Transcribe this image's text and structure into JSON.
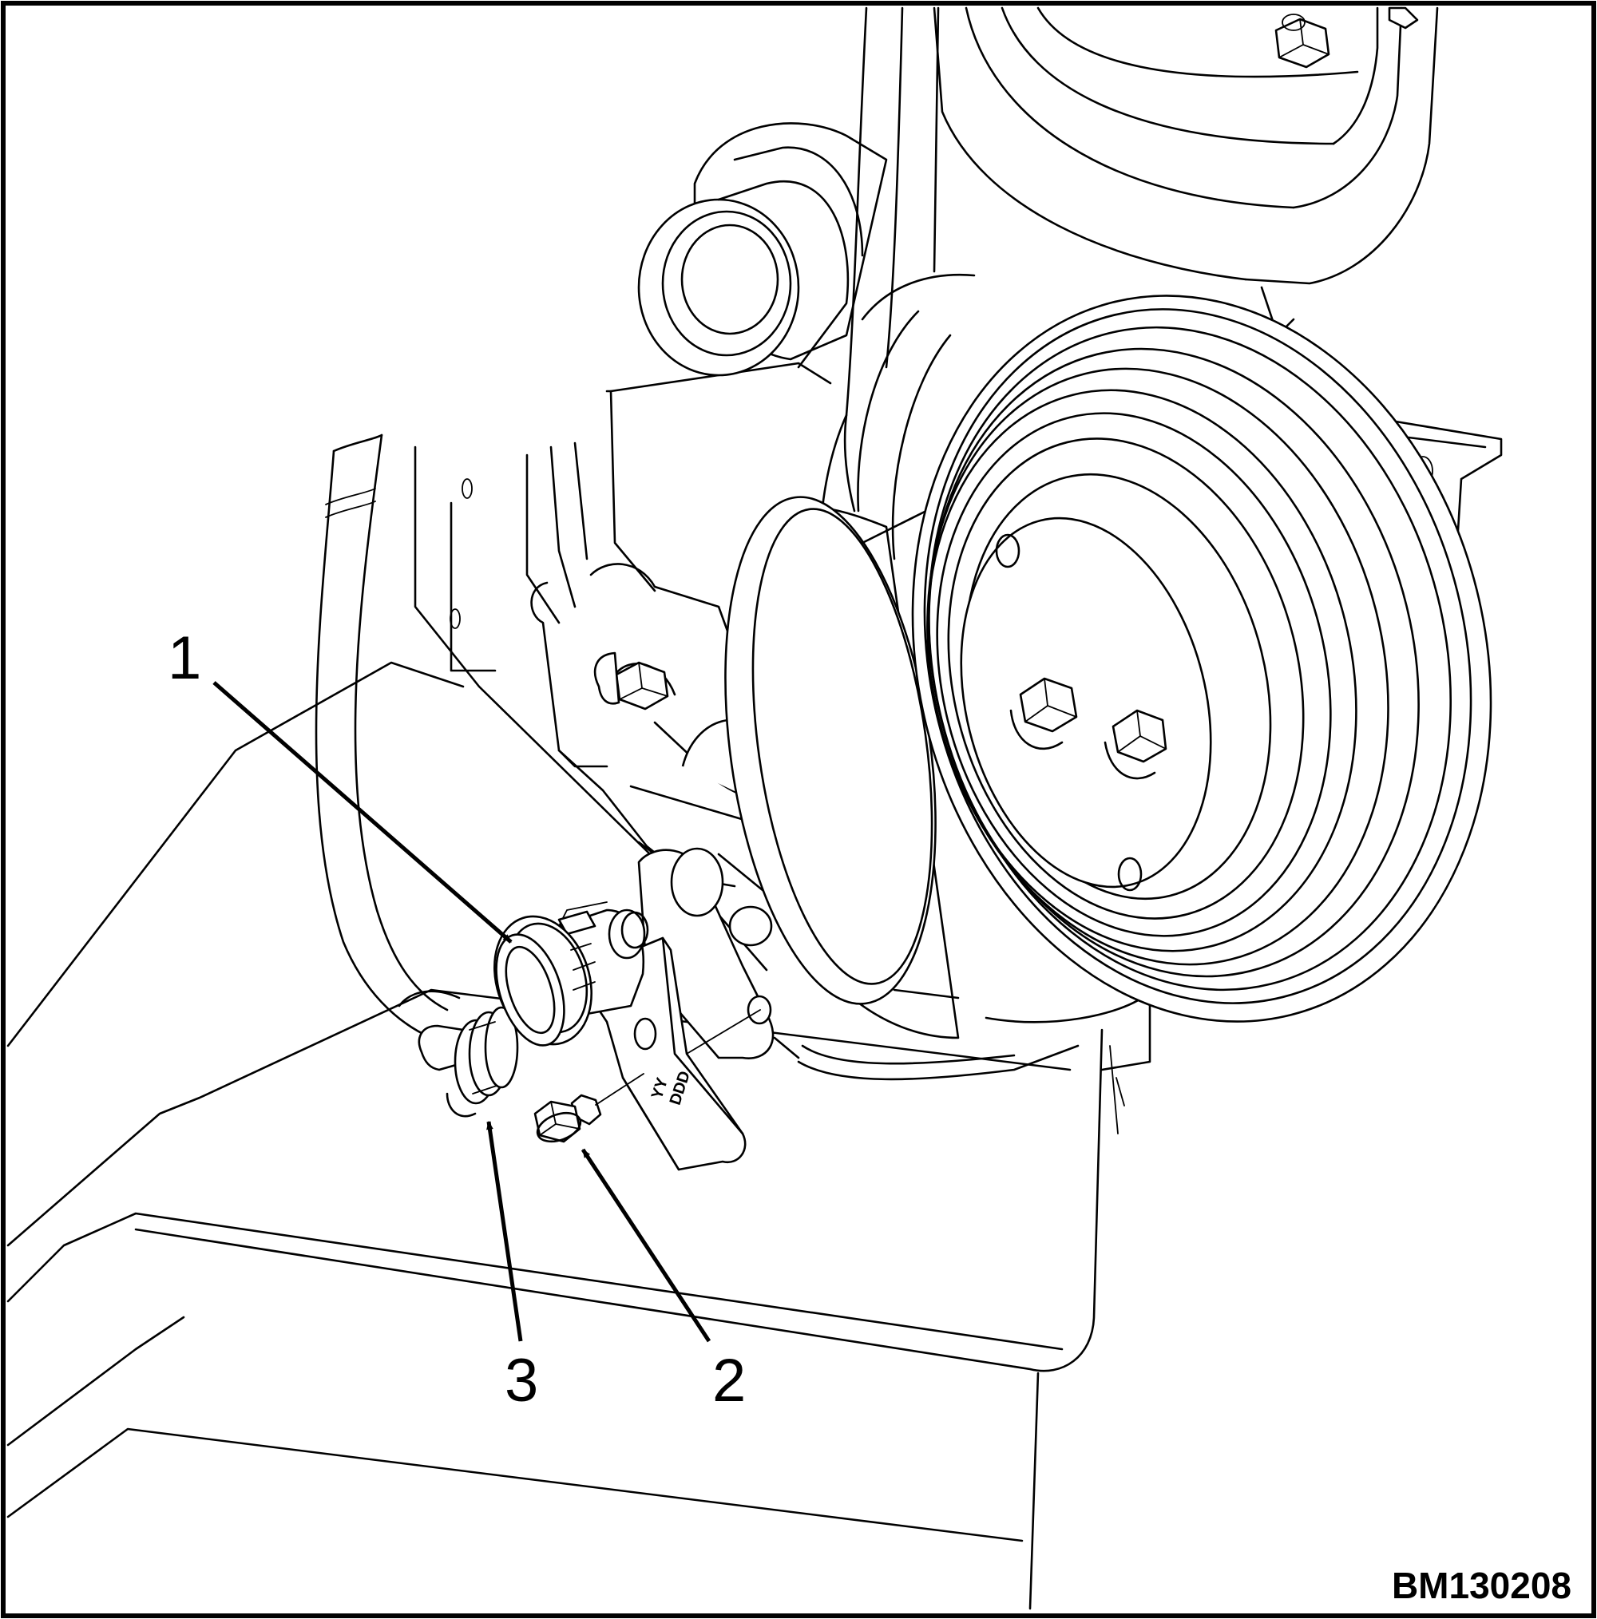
{
  "callouts": [
    {
      "id": "1",
      "label": "1"
    },
    {
      "id": "2",
      "label": "2"
    },
    {
      "id": "3",
      "label": "3"
    }
  ],
  "bracket_stamp": [
    "YY",
    "DDD"
  ],
  "figure_id": "BM130208"
}
